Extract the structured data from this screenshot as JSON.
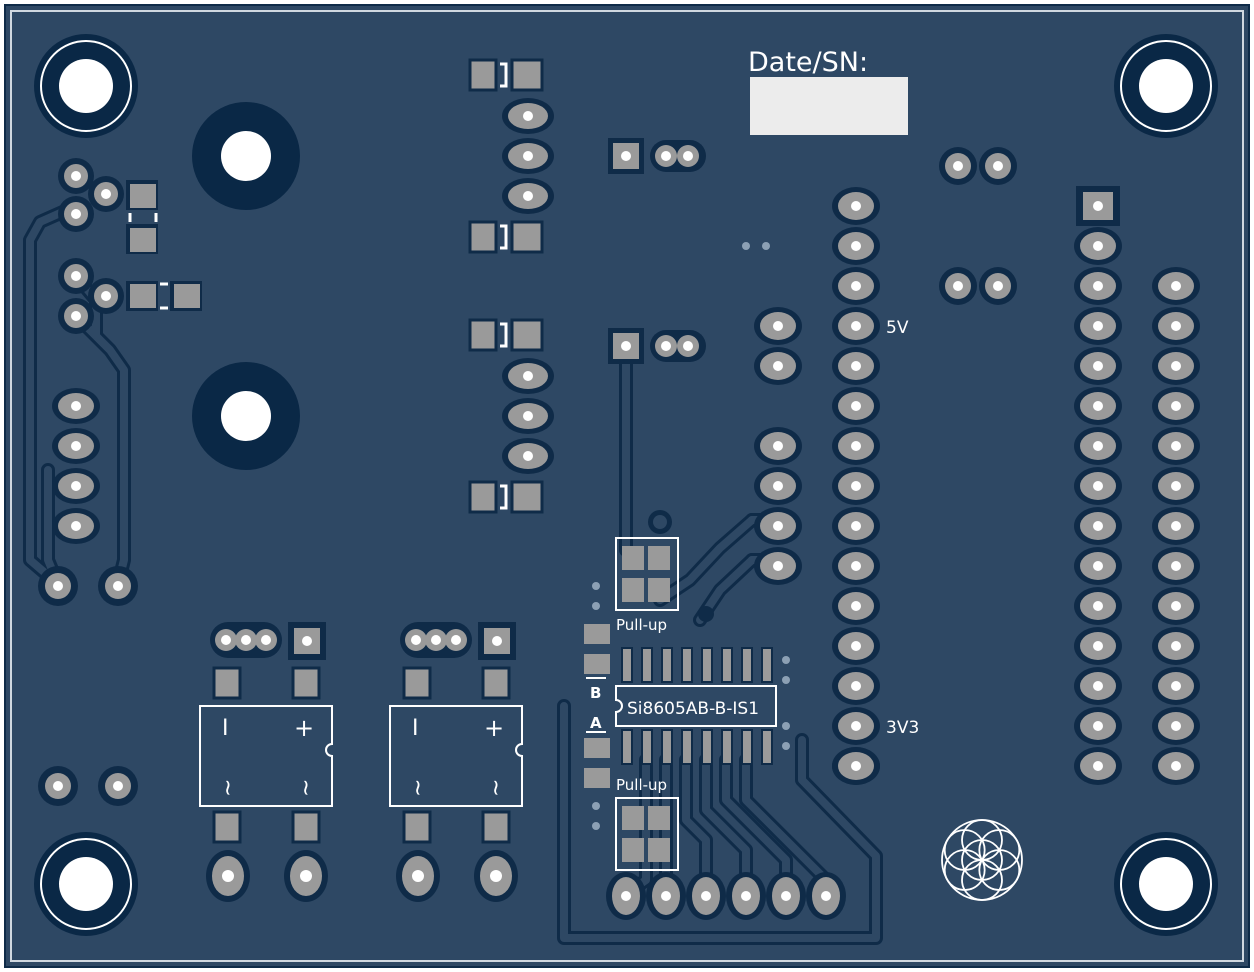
{
  "board": {
    "colors": {
      "board": "#2e4864",
      "trace": "#2e4864",
      "outline": "#0f2b48",
      "hole": "#0a2846",
      "pad": "#9a9a9a",
      "pad_hole": "#ffffff",
      "silk": "#ffffff",
      "edge": "#ffffff"
    }
  },
  "labels": {
    "date_sn": "Date/SN:",
    "v5": "5V",
    "v3v3": "3V3",
    "pullup_top": "Pull-up",
    "pullup_bottom": "Pull-up",
    "chip": "Si8605AB-B-IS1",
    "pin_b": "B",
    "pin_a": "A",
    "bridge1_minus": "I",
    "bridge1_plus": "+",
    "bridge1_ac1": "~",
    "bridge1_ac2": "~",
    "bridge2_minus": "I",
    "bridge2_plus": "+",
    "bridge2_ac1": "~",
    "bridge2_ac2": "~"
  }
}
